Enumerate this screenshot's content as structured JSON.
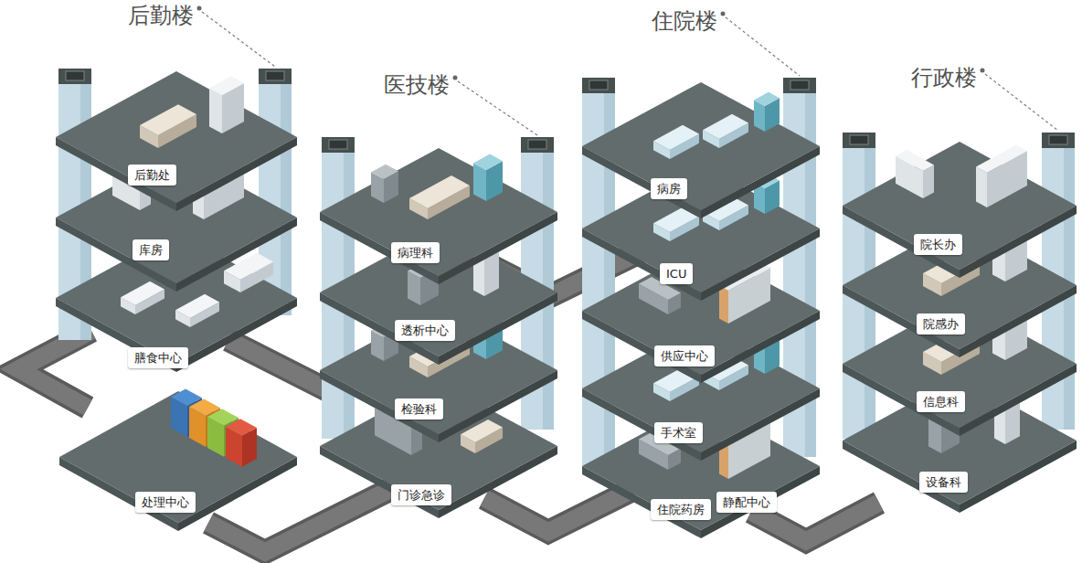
{
  "diagram": {
    "nodes": [
      {
        "text": [
          "后勤处"
        ]
      },
      {
        "text": [
          "库房"
        ]
      },
      {
        "text": [
          "膳食中心"
        ]
      },
      {
        "text": [
          "处理中心"
        ]
      },
      {
        "text": [
          "病理科"
        ]
      },
      {
        "text": [
          "透析中心"
        ]
      },
      {
        "text": [
          "检验科"
        ]
      },
      {
        "text": [
          "门诊急诊"
        ]
      },
      {
        "text": [
          "病房"
        ]
      },
      {
        "text": [
          "ICU"
        ]
      },
      {
        "text": [
          "供应中心"
        ]
      },
      {
        "text": [
          "手术室"
        ]
      },
      {
        "text": [
          "住院药房"
        ]
      },
      {
        "text": [
          "静配中心"
        ]
      },
      {
        "text": [
          "院长办"
        ]
      },
      {
        "text": [
          "院感办"
        ]
      },
      {
        "text": [
          "信息科"
        ]
      },
      {
        "text": [
          "设备科"
        ]
      }
    ],
    "labels": [
      "后勤楼",
      "医技楼",
      "住院楼",
      "行政楼"
    ]
  }
}
